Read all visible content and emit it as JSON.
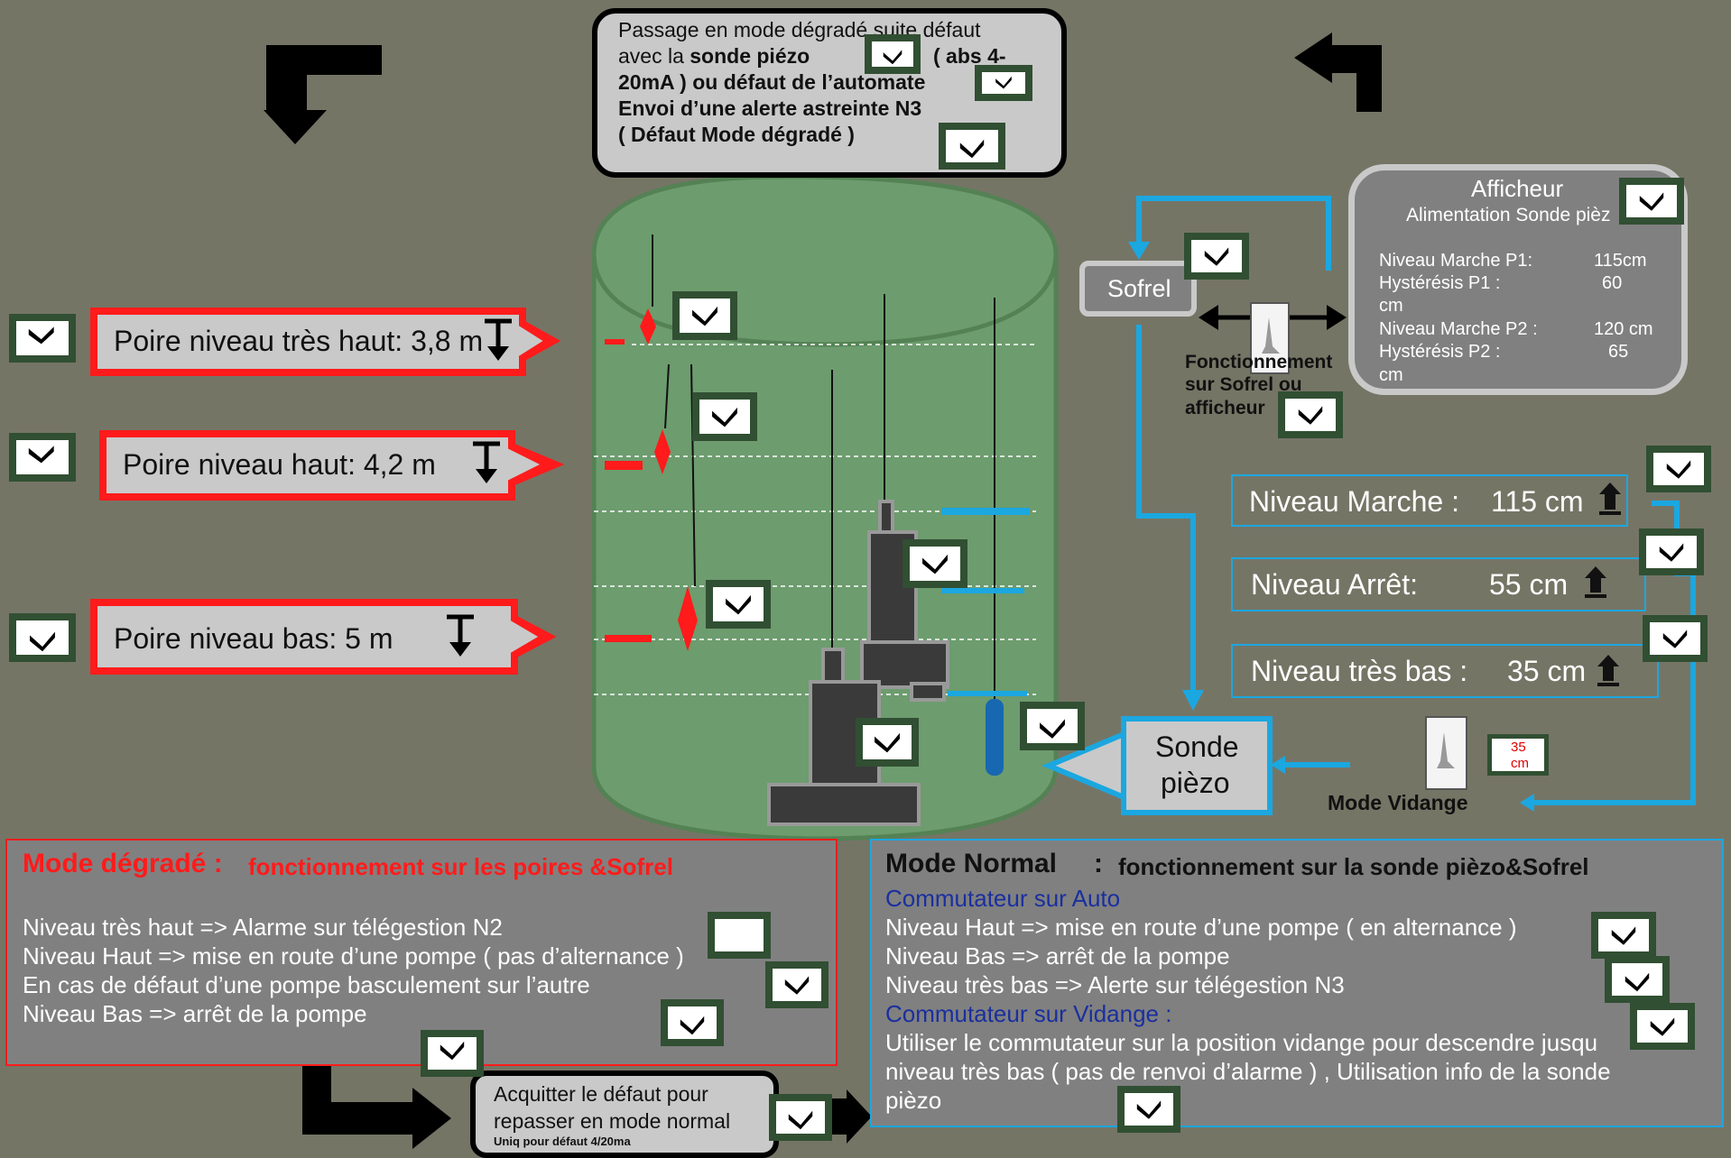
{
  "top_box": {
    "line1": "Passage  en mode dégradé  suite  défaut",
    "line2a": "avec la ",
    "line2b": "sonde piézo",
    "line2c": "( abs  4-",
    "line3": "20mA ) ou défaut de l’automate",
    "line4": "Envoi d’une  alerte  astreinte  N3",
    "line5": "( Défaut Mode dégradé )"
  },
  "poires": [
    {
      "label": "Poire niveau très haut: 3,8 m"
    },
    {
      "label": "Poire niveau  haut:  4,2 m"
    },
    {
      "label": "Poire  niveau  bas: 5 m"
    }
  ],
  "sofrel": {
    "label": "Sofrel",
    "caption1": "Fonctionnement",
    "caption2": "sur  Sofrel  ou",
    "caption3": "afficheur"
  },
  "afficheur": {
    "title": "Afficheur",
    "subtitle": "Alimentation  Sonde pièz",
    "rows": [
      {
        "label": "Niveau  Marche  P1:",
        "value": "115cm"
      },
      {
        "label": "Hystérésis  P1 :",
        "value": "60"
      },
      {
        "label": "cm",
        "value": ""
      },
      {
        "label": "Niveau  Marche P2 :",
        "value": "120 cm"
      },
      {
        "label": "Hystérésis P2 :",
        "value": "65"
      },
      {
        "label": "cm",
        "value": ""
      }
    ]
  },
  "niveaux": [
    {
      "label": "Niveau  Marche  :",
      "value": "115 cm"
    },
    {
      "label": "Niveau  Arrêt:",
      "value": "55 cm"
    },
    {
      "label": "Niveau  très  bas :",
      "value": "35 cm"
    }
  ],
  "sonde": {
    "line1": "Sonde",
    "line2": "pièzo"
  },
  "vidange": {
    "label": "Mode Vidange",
    "display_line1": "35",
    "display_line2": "cm"
  },
  "mode_degrade": {
    "title": "Mode dégradé :",
    "subtitle": "fonctionnement sur les poires &Sofrel",
    "lines": [
      "Niveau  très  haut  => Alarme  sur  télégestion  N2",
      "Niveau  Haut  =>  mise en route  d’une pompe ( pas d’alternance )",
      "En cas de défaut  d’une  pompe  basculement sur l’autre",
      "Niveau  Bas => arrêt de la pompe"
    ]
  },
  "mode_normal": {
    "title": "Mode Normal",
    "colon": ":",
    "subtitle": "fonctionnement sur la sonde pièzo&Sofrel",
    "lines": [
      "Commutateur  sur  Auto",
      "Niveau  Haut  =>  mise en route d’une  pompe  ( en alternance )",
      "Niveau  Bas => arrêt de la pompe",
      "Niveau  très  bas  => Alerte  sur  télégestion   N3",
      "Commutateur  sur  Vidange  :",
      "Utiliser le  commutateur  sur la position vidange  pour  descendre  jusqu",
      "niveau  très  bas  ( pas de renvoi  d’alarme ) , Utilisation  info  de la sonde",
      "pièzo"
    ]
  },
  "acquitter": {
    "line1": "Acquitter le défaut  pour",
    "line2": "repasser en mode normal",
    "line3": "Uniq  pour  défaut 4/20ma"
  },
  "colors": {
    "background": "#757566",
    "tank": "#6d9c6e",
    "red": "#ff1b1b",
    "blue": "#1ba7e0",
    "check_border": "#314f32"
  }
}
